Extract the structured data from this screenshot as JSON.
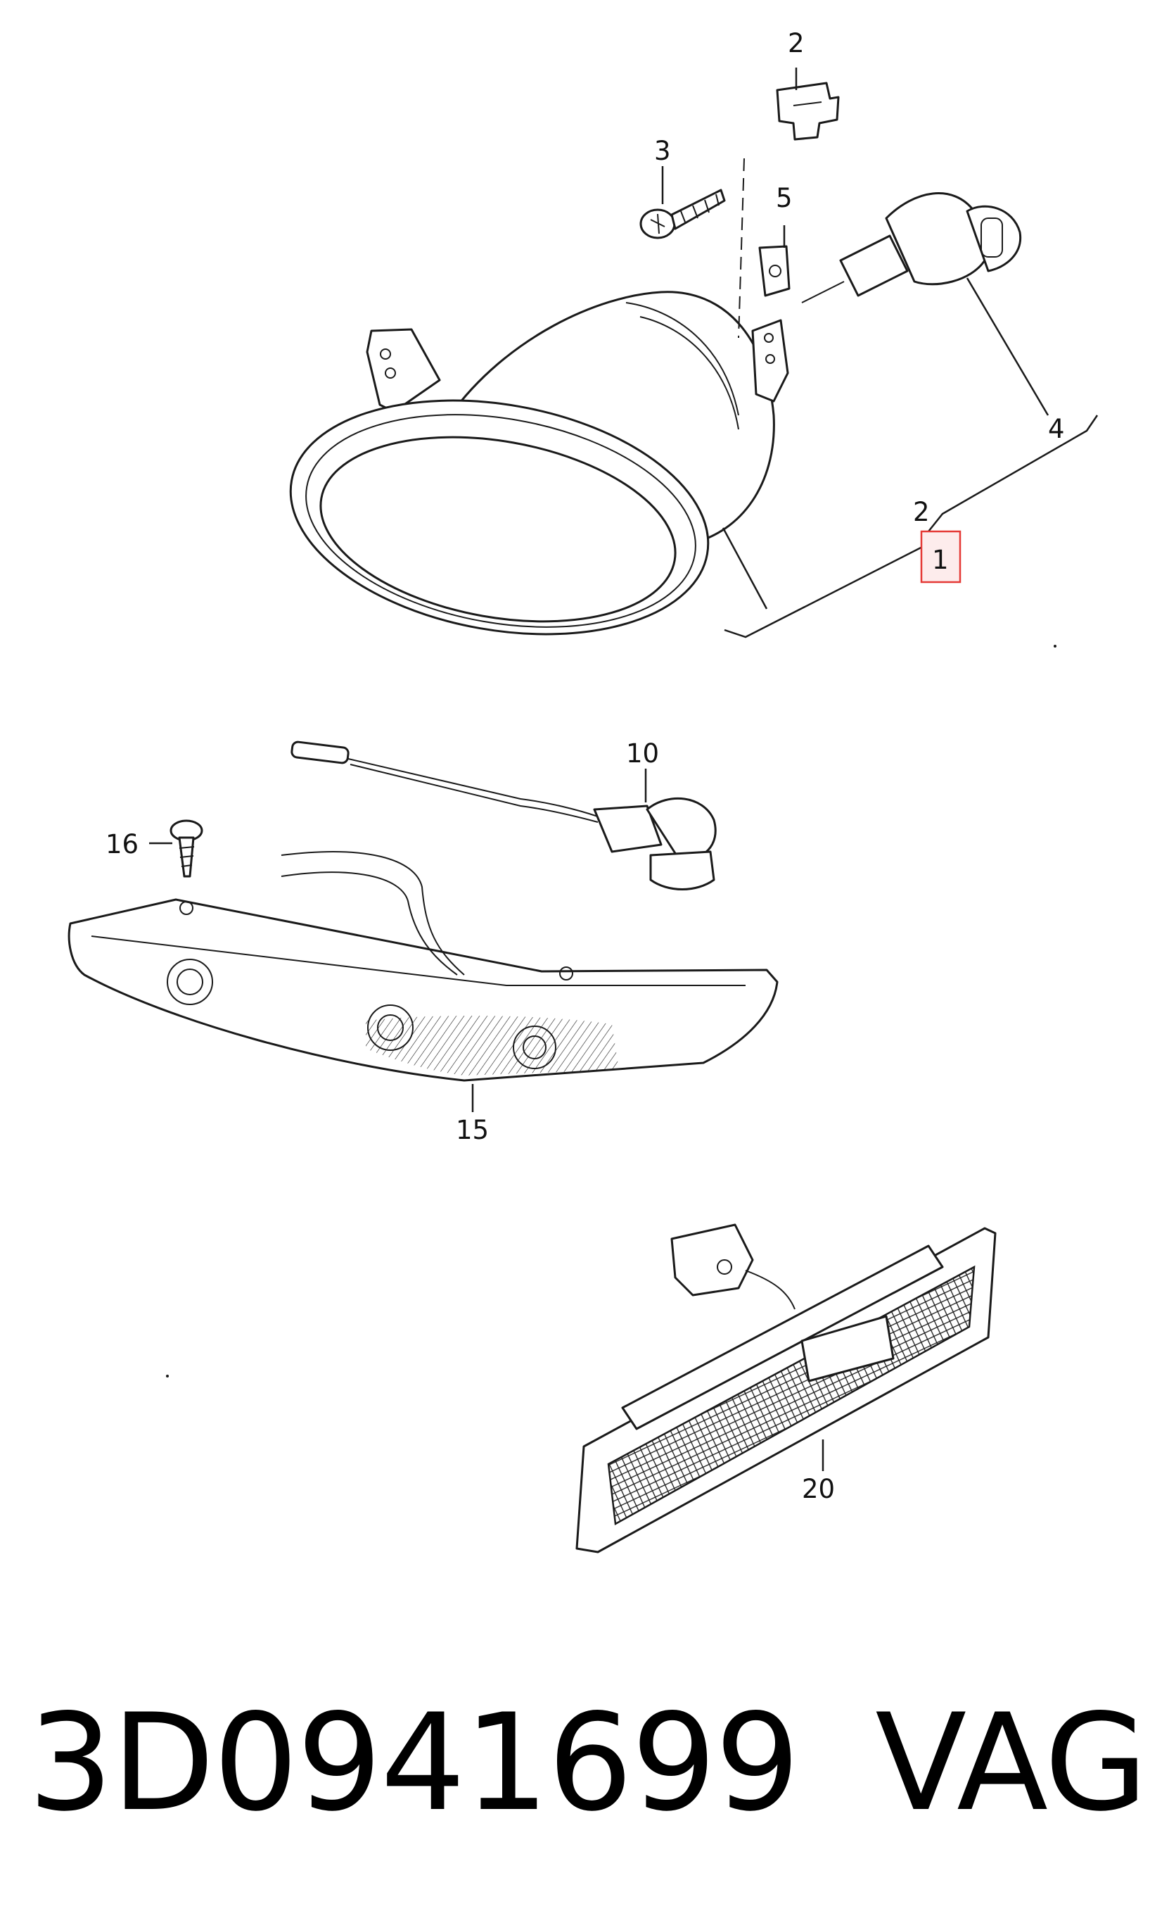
{
  "callouts": {
    "c2_top": "2",
    "c3": "3",
    "c5": "5",
    "c4": "4",
    "c2_lower": "2",
    "c1": "1",
    "c10": "10",
    "c16": "16",
    "c15": "15",
    "c20": "20"
  },
  "highlight_color": "#e53935",
  "footer": {
    "part_number": "3D0941699",
    "brand": "VAG"
  }
}
